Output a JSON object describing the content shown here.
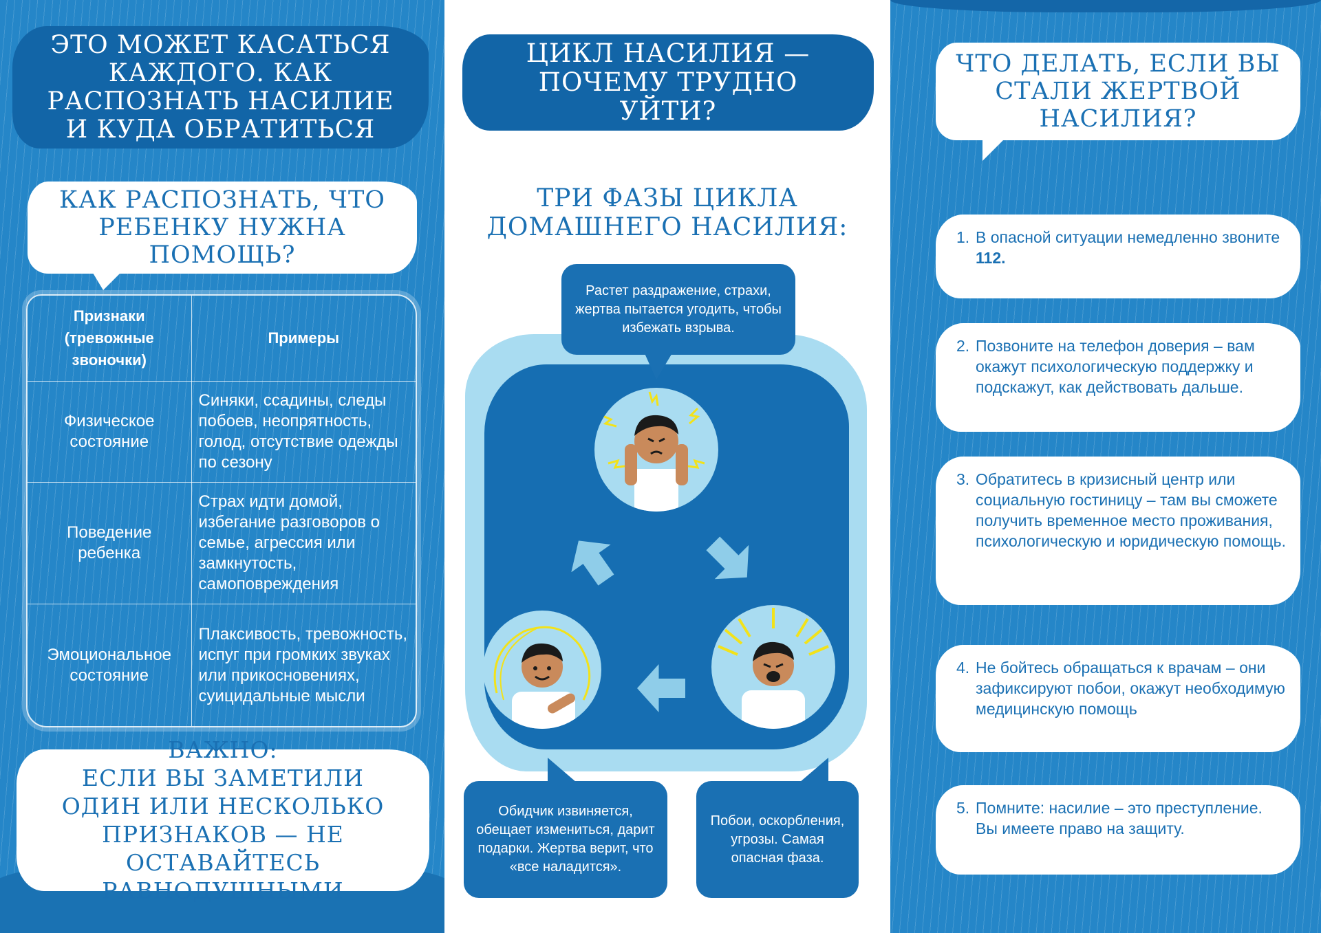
{
  "left": {
    "title": "Это может касаться каждого. Как распознать насилие и куда обратиться",
    "subtitle": "Как распознать, что ребенку нужна помощь?",
    "table": {
      "header_signs": "Признаки (тревожные звоночки)",
      "header_examples": "Примеры",
      "rows": [
        {
          "sign": "Физическое состояние",
          "examples": "Синяки, ссадины, следы побоев, неопрятность, голод, отсутствие одежды по сезону"
        },
        {
          "sign": "Поведение ребенка",
          "examples": "Страх идти домой, избегание разговоров о семье, агрессия или замкнутость, самоповреждения"
        },
        {
          "sign": "Эмоциональное состояние",
          "examples": "Плаксивость, тревожность, испуг при громких звуках или прикосновениях, суицидальные мысли"
        }
      ]
    },
    "important": {
      "line1": "Важно:",
      "line2": "Если вы заметили один или несколько признаков — не оставайтесь равнодушными"
    }
  },
  "middle": {
    "title": "Цикл насилия — почему трудно уйти?",
    "subtitle": "Три фазы цикла домашнего насилия:",
    "phase_tension": "Растет раздражение, страхи, жертва пытается угодить, чтобы избежать взрыва.",
    "phase_reconciliation": "Обидчик извиняется, обещает измениться, дарит подарки. Жертва верит, что «все наладится».",
    "phase_violence": "Побои, оскорбления, угрозы. Самая опасная фаза."
  },
  "right": {
    "title": "Что делать, если вы стали жертвой насилия?",
    "steps": [
      {
        "num": "1.",
        "text": "В опасной ситуации немедленно звоните ",
        "bold": "112."
      },
      {
        "num": "2.",
        "text": "Позвоните на телефон доверия – вам окажут психологическую поддержку и подскажут, как действовать дальше.",
        "bold": ""
      },
      {
        "num": "3.",
        "text": "Обратитесь в кризисный центр или социальную гостиницу – там вы сможете получить временное место проживания, психологическую и юридическую помощь.",
        "bold": ""
      },
      {
        "num": "4.",
        "text": "Не бойтесь обращаться к врачам – они зафиксируют побои, окажут необходимую медицинскую помощь",
        "bold": ""
      },
      {
        "num": "5.",
        "text": "Помните: насилие – это преступление. Вы имеете право на защиту.",
        "bold": ""
      }
    ]
  },
  "colors": {
    "panel_blue": "#2586c8",
    "dark_blue": "#1265a7",
    "text_blue": "#1a70b3",
    "light_blue": "#a9dcf1"
  }
}
